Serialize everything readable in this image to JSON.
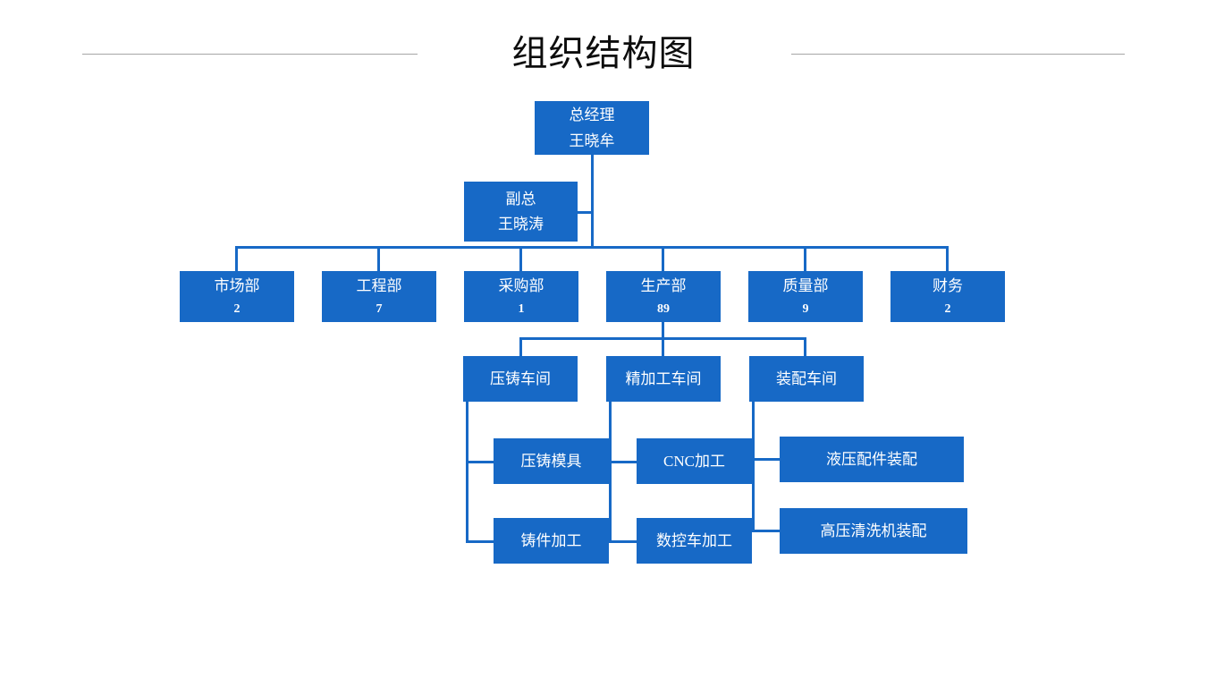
{
  "slide": {
    "title": "组织结构图",
    "background": "#ffffff",
    "accent_color": "#1769C6",
    "rule_color": "#a6a6a6",
    "title_color": "#0d0d0d"
  },
  "chart_data": {
    "type": "diagram",
    "title": "组织结构图",
    "levels": [
      {
        "level": 1,
        "nodes": [
          {
            "id": "gm",
            "title": "总经理",
            "sub": "王晓牟"
          }
        ]
      },
      {
        "level": 2,
        "nodes": [
          {
            "id": "vp",
            "title": "副总",
            "sub": "王晓涛"
          }
        ]
      },
      {
        "level": 3,
        "nodes": [
          {
            "id": "dept-market",
            "title": "市场部",
            "count": "2"
          },
          {
            "id": "dept-engineering",
            "title": "工程部",
            "count": "7"
          },
          {
            "id": "dept-purchasing",
            "title": "采购部",
            "count": "1"
          },
          {
            "id": "dept-production",
            "title": "生产部",
            "count": "89"
          },
          {
            "id": "dept-quality",
            "title": "质量部",
            "count": "9"
          },
          {
            "id": "dept-finance",
            "title": "财务",
            "count": "2"
          }
        ]
      },
      {
        "level": 4,
        "nodes": [
          {
            "id": "ws-diecast",
            "title": "压铸车间"
          },
          {
            "id": "ws-machining",
            "title": "精加工车间"
          },
          {
            "id": "ws-assembly",
            "title": "装配车间"
          }
        ]
      },
      {
        "level": 5,
        "nodes": [
          {
            "id": "sub-diecast-mold",
            "title": "压铸模具"
          },
          {
            "id": "sub-cnc",
            "title": "CNC加工"
          },
          {
            "id": "sub-hydraulic",
            "title": "液压配件装配"
          },
          {
            "id": "sub-casting-mach",
            "title": "铸件加工"
          },
          {
            "id": "sub-cnc-turning",
            "title": "数控车加工"
          },
          {
            "id": "sub-washer",
            "title": "高压清洗机装配"
          }
        ]
      }
    ],
    "nodes": {
      "gm": {
        "title": "总经理",
        "sub": "王晓牟"
      },
      "vp": {
        "title": "副总",
        "sub": "王晓涛"
      },
      "dept_market": {
        "title": "市场部",
        "count": "2"
      },
      "dept_engineering": {
        "title": "工程部",
        "count": "7"
      },
      "dept_purchasing": {
        "title": "采购部",
        "count": "1"
      },
      "dept_production": {
        "title": "生产部",
        "count": "89"
      },
      "dept_quality": {
        "title": "质量部",
        "count": "9"
      },
      "dept_finance": {
        "title": "财务",
        "count": "2"
      },
      "ws_diecast": {
        "title": "压铸车间"
      },
      "ws_machining": {
        "title": "精加工车间"
      },
      "ws_assembly": {
        "title": "装配车间"
      },
      "sub_diecast_mold": {
        "title": "压铸模具"
      },
      "sub_cnc": {
        "title": "CNC加工"
      },
      "sub_hydraulic": {
        "title": "液压配件装配"
      },
      "sub_casting_mach": {
        "title": "铸件加工"
      },
      "sub_cnc_turning": {
        "title": "数控车加工"
      },
      "sub_washer": {
        "title": "高压清洗机装配"
      }
    },
    "edges": [
      {
        "from": "gm",
        "to": "vp"
      },
      {
        "from": "gm",
        "to": "dept_market"
      },
      {
        "from": "gm",
        "to": "dept_engineering"
      },
      {
        "from": "gm",
        "to": "dept_purchasing"
      },
      {
        "from": "gm",
        "to": "dept_production"
      },
      {
        "from": "gm",
        "to": "dept_quality"
      },
      {
        "from": "gm",
        "to": "dept_finance"
      },
      {
        "from": "dept_production",
        "to": "ws_diecast"
      },
      {
        "from": "dept_production",
        "to": "ws_machining"
      },
      {
        "from": "dept_production",
        "to": "ws_assembly"
      },
      {
        "from": "ws_diecast",
        "to": "sub_diecast_mold"
      },
      {
        "from": "ws_diecast",
        "to": "sub_casting_mach"
      },
      {
        "from": "ws_machining",
        "to": "sub_cnc"
      },
      {
        "from": "ws_machining",
        "to": "sub_cnc_turning"
      },
      {
        "from": "ws_assembly",
        "to": "sub_hydraulic"
      },
      {
        "from": "ws_assembly",
        "to": "sub_washer"
      }
    ]
  }
}
